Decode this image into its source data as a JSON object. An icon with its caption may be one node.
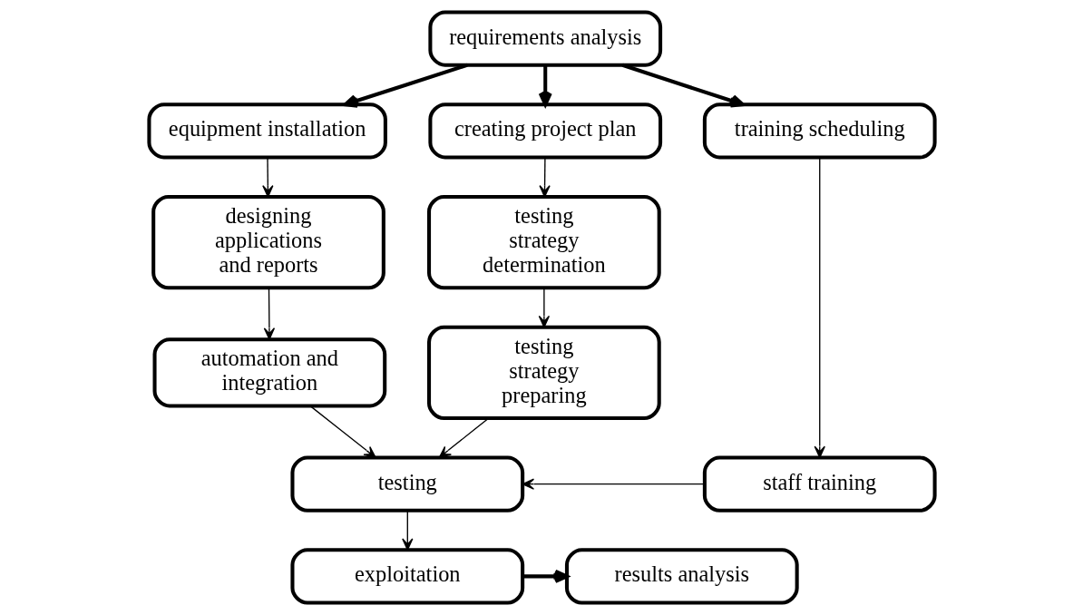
{
  "diagram": {
    "nodes": [
      {
        "text": [
          "requirements analysis"
        ]
      },
      {
        "text": [
          "equipment installation"
        ]
      },
      {
        "text": [
          "creating project plan"
        ]
      },
      {
        "text": [
          "training scheduling"
        ]
      },
      {
        "text": [
          "designing applications and reports"
        ]
      },
      {
        "text": [
          "testing strategy determination"
        ]
      },
      {
        "text": [
          "automation and integration"
        ]
      },
      {
        "text": [
          "testing strategy preparing"
        ]
      },
      {
        "text": [
          "testing"
        ]
      },
      {
        "text": [
          "staff training"
        ]
      },
      {
        "text": [
          "exploitation"
        ]
      },
      {
        "text": [
          "results analysis"
        ]
      }
    ],
    "edges": [
      {
        "from": 0,
        "to": 1,
        "arrow": "to",
        "style": "thick"
      },
      {
        "from": 0,
        "to": 2,
        "arrow": "to",
        "style": "thick"
      },
      {
        "from": 0,
        "to": 3,
        "arrow": "to",
        "style": "thick"
      },
      {
        "from": 1,
        "to": 4,
        "arrow": "to"
      },
      {
        "from": 4,
        "to": 6,
        "arrow": "to"
      },
      {
        "from": 2,
        "to": 5,
        "arrow": "to"
      },
      {
        "from": 5,
        "to": 7,
        "arrow": "to"
      },
      {
        "from": 6,
        "to": 8,
        "arrow": "to"
      },
      {
        "from": 7,
        "to": 8,
        "arrow": "to"
      },
      {
        "from": 3,
        "to": 9,
        "arrow": "to"
      },
      {
        "from": 9,
        "to": 8,
        "arrow": "to"
      },
      {
        "from": 8,
        "to": 10,
        "arrow": "to"
      },
      {
        "from": 10,
        "to": 11,
        "arrow": "to",
        "style": "thick"
      }
    ]
  }
}
